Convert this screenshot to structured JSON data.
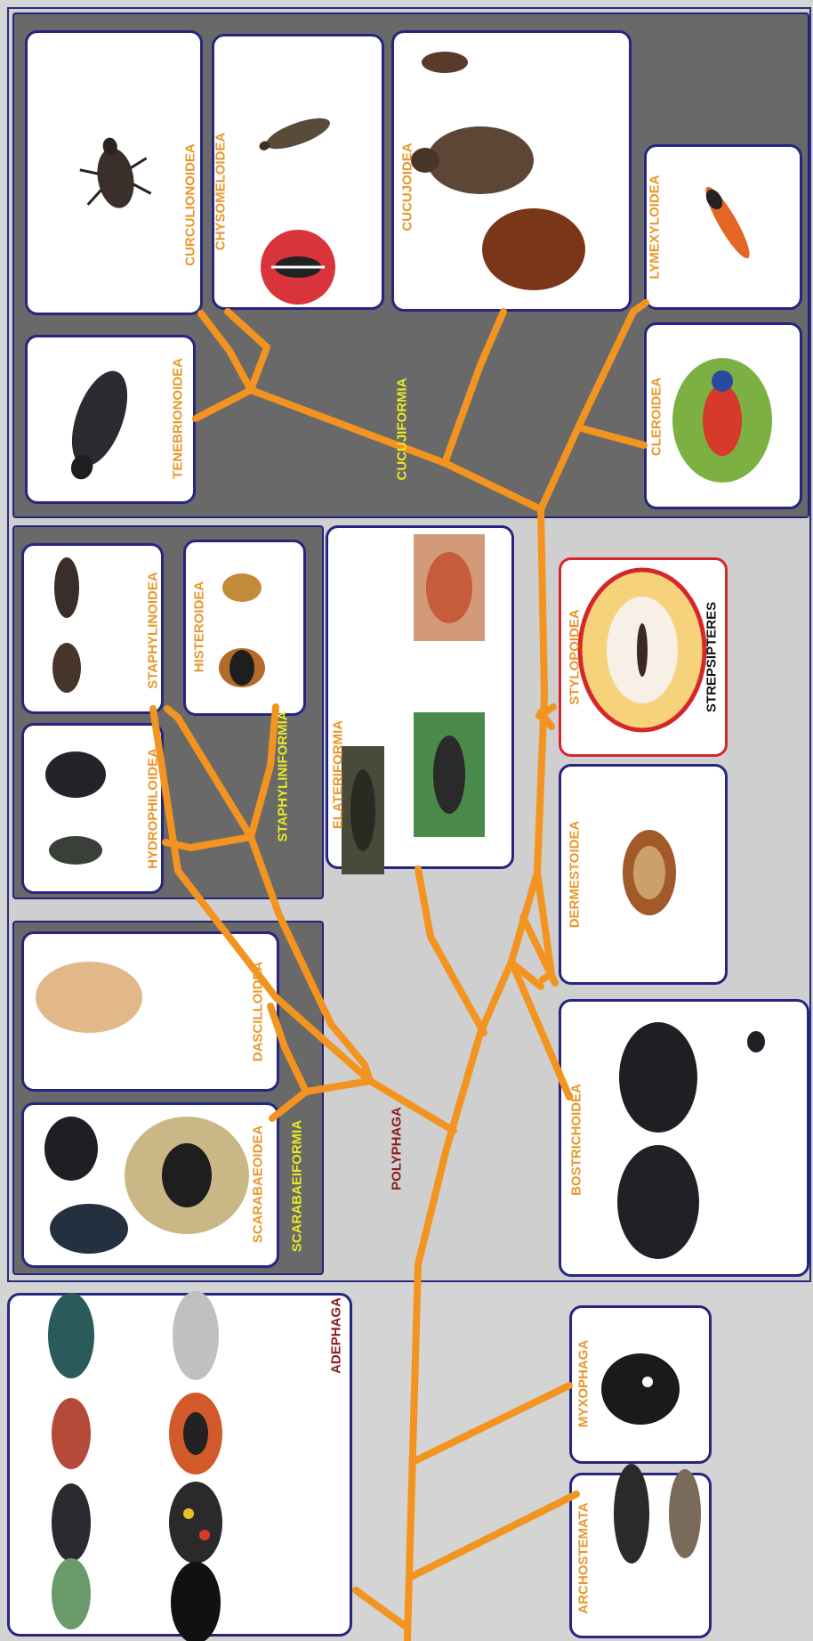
{
  "labels": {
    "adephaga": "ADEPHAGA",
    "polyphaga": "POLYPHAGA",
    "archostemata": "ARCHOSTEMATA",
    "myxophaga": "MYXOPHAGA",
    "scarabaeoidea": "SCARABAEOIDEA",
    "scarabaeiformia": "SCARABAEIFORMIA",
    "dascilloidea": "DASCILLOIDEA",
    "hydrophiloidea": "HYDROPHILOIDEA",
    "staphylinoidea": "STAPHYLINOIDEA",
    "histeroidea": "HISTEROIDEA",
    "staphyliniformia": "STAPHYLINIFORMIA",
    "elateriformia": "ELATERIFORMIA",
    "bostrichoidea": "BOSTRICHOIDEA",
    "dermestoidea": "DERMESTOIDEA",
    "stylopoidea": "STYLOPOIDEA",
    "strepsipteres": "STREPSIPTERES",
    "tenebrionoidea": "TENEBRIONOIDEA",
    "curculionoidea": "CURCULIONOIDEA",
    "chysomeloidea": "CHYSOMELOIDEA",
    "cucujoidea": "CUCUJOIDEA",
    "cucujiformia": "CUCUJIFORMIA",
    "cleroidea": "CLEROIDEA",
    "lymexyloidea": "LYMEXYLOIDEA"
  },
  "colors": {
    "branch": "#f2941f",
    "orange_label": "#e8972b",
    "yellow_label": "#e8ea28",
    "maroon_label": "#8b1b1b",
    "card_border": "#262680",
    "group_bg": "#696969"
  }
}
